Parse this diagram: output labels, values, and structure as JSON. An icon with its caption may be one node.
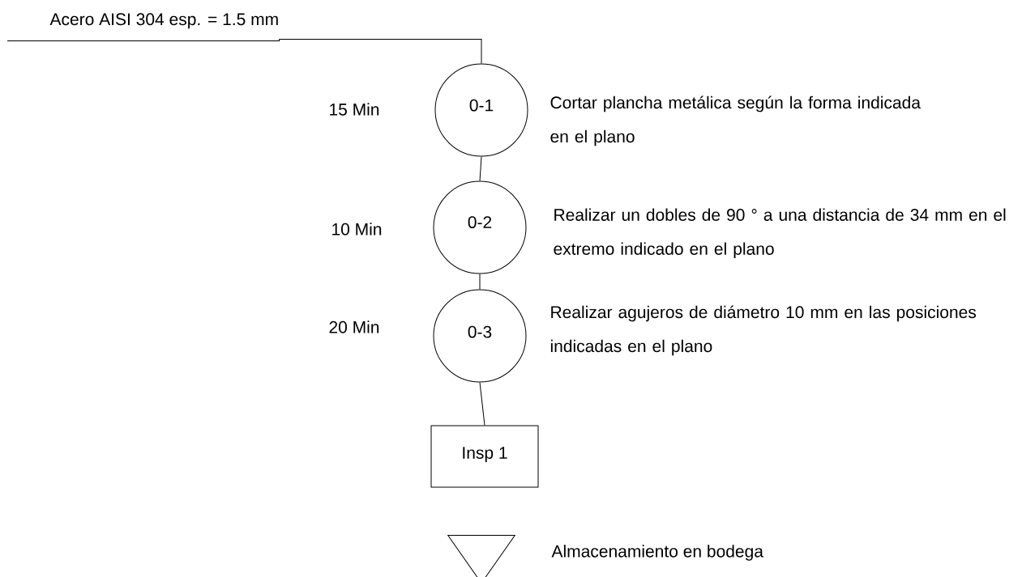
{
  "diagram": {
    "nodes": [
      {
        "text": [
          "Acero AISI 304 esp. = 1.5 mm"
        ]
      },
      {
        "text": [
          "0-1"
        ],
        "beside": [
          "15 Min",
          "Cortar plancha metálica según la forma indicada en el plano"
        ]
      },
      {
        "text": [
          "0-2"
        ],
        "beside": [
          "10 Min",
          "Realizar un dobles de 90 ° a una distancia de 34 mm en el extremo indicado en el plano"
        ]
      },
      {
        "text": [
          "0-3"
        ],
        "beside": [
          "20 Min",
          "Realizar agujeros de diámetro 10 mm en las posiciones indicadas en el plano"
        ]
      },
      {
        "text": [
          "Insp 1"
        ]
      },
      {
        "text": [],
        "shape": "triangle",
        "beside": [
          "Almacenamiento en bodega"
        ]
      }
    ],
    "edges": [
      {
        "from": 0,
        "to": 1,
        "arrow": "none"
      },
      {
        "from": 1,
        "to": 2,
        "arrow": "none"
      },
      {
        "from": 2,
        "to": 3,
        "arrow": "none"
      },
      {
        "from": 3,
        "to": 4,
        "arrow": "none"
      }
    ]
  }
}
